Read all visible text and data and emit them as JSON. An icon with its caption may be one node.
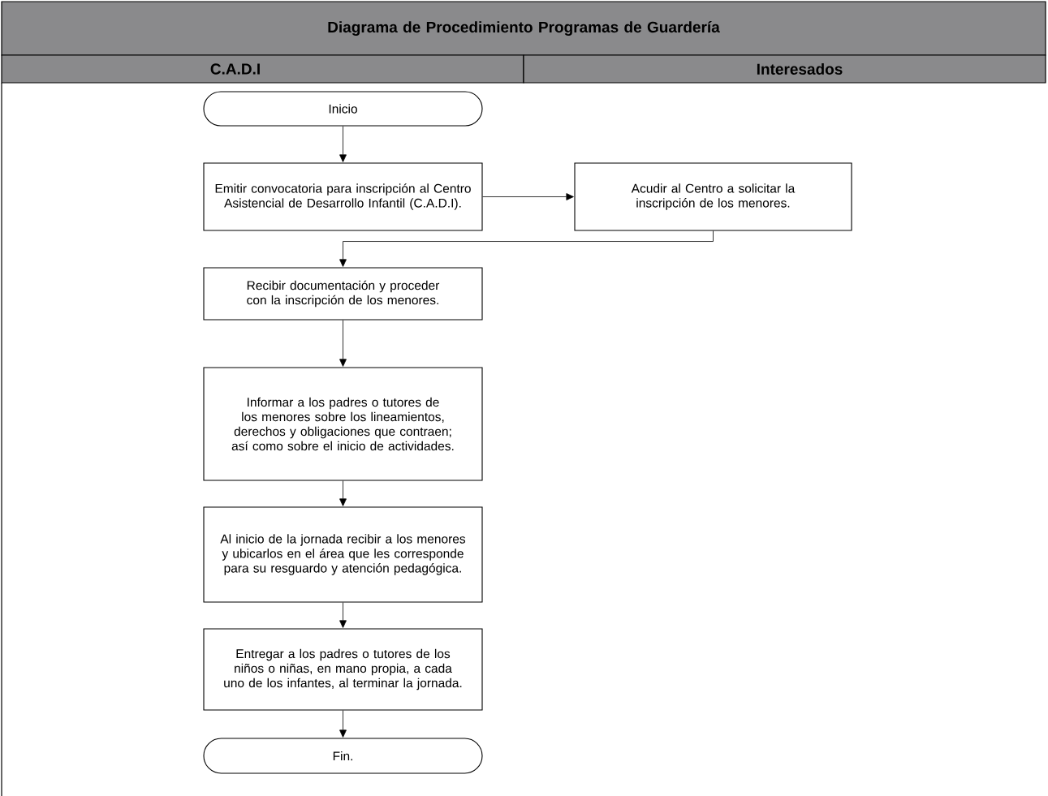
{
  "diagram": {
    "title": "Diagrama de Procedimiento Programas de Guardería",
    "nodes": [
      {
        "text": [
          "C.A.D.I"
        ]
      },
      {
        "text": [
          "Interesados"
        ]
      },
      {
        "text": [
          "Inicio"
        ]
      },
      {
        "text": [
          "Emitir convocatoria para inscripción al Centro Asistencial de Desarrollo Infantil (C.A.D.I)."
        ]
      },
      {
        "text": [
          "Acudir al Centro a solicitar la inscripción de los menores."
        ]
      },
      {
        "text": [
          "Recibir documentación y proceder con la inscripción de los menores."
        ]
      },
      {
        "text": [
          "Informar a los padres o tutores de los menores sobre los lineamientos, derechos y obligaciones que contraen; así como sobre el inicio de actividades."
        ]
      },
      {
        "text": [
          "Al inicio de la jornada recibir a los menores y ubicarlos en el área que les corresponde para su resguardo y atención pedagógica."
        ]
      },
      {
        "text": [
          "Entregar a los padres o tutores de los niños o niñas, en mano propia, a cada uno de los infantes, al terminar la jornada."
        ]
      },
      {
        "text": [
          "Fin."
        ]
      }
    ],
    "edges": [
      {
        "from": 2,
        "to": 3,
        "arrow": "to"
      },
      {
        "from": 3,
        "to": 4,
        "arrow": "to"
      },
      {
        "from": 4,
        "to": 5,
        "arrow": "to"
      },
      {
        "from": 5,
        "to": 6,
        "arrow": "to"
      },
      {
        "from": 6,
        "to": 7,
        "arrow": "to"
      },
      {
        "from": 7,
        "to": 8,
        "arrow": "to"
      },
      {
        "from": 8,
        "to": 9,
        "arrow": "to"
      }
    ]
  }
}
